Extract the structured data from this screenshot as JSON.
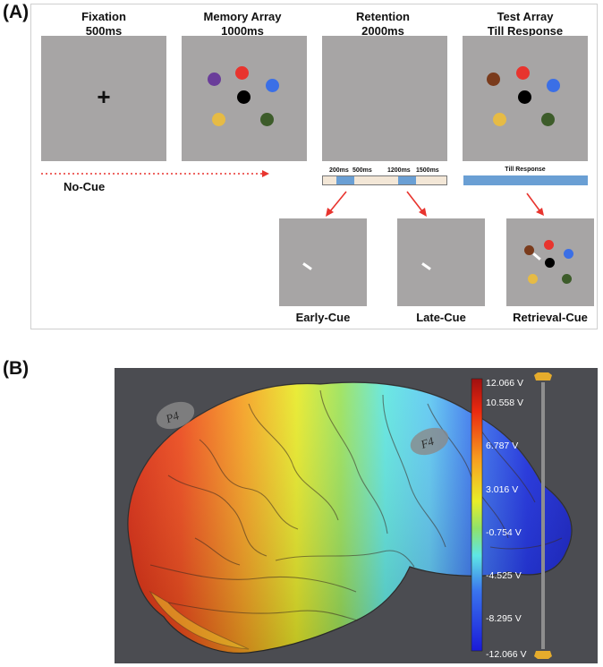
{
  "panel_a": {
    "label": "(A)",
    "stages": [
      {
        "title": "Fixation",
        "duration": "500ms"
      },
      {
        "title": "Memory Array",
        "duration": "1000ms"
      },
      {
        "title": "Retention",
        "duration": "2000ms"
      },
      {
        "title": "Test Array",
        "duration": "Till Response"
      }
    ],
    "fixation_symbol": "+",
    "no_cue_label": "No-Cue",
    "retention_timeline": {
      "marks": [
        "200ms",
        "500ms",
        "1200ms",
        "1500ms"
      ]
    },
    "test_timeline_label": "Till Response",
    "cues": [
      "Early-Cue",
      "Late-Cue",
      "Retrieval-Cue"
    ],
    "colors": {
      "screen": "#a7a5a5",
      "purple": "#6a3d9a",
      "red": "#e8342e",
      "blue": "#3b6fe6",
      "black": "#000000",
      "yellow": "#e6bb45",
      "green": "#3d5c2a",
      "brown": "#7a3b1c",
      "timeline_segment": "#6a9fd4",
      "arrow": "#e8342e"
    }
  },
  "panel_b": {
    "label": "(B)",
    "electrodes": [
      "P4",
      "F4"
    ],
    "colorbar_ticks": [
      "12.066 V",
      "10.558 V",
      "6.787 V",
      "3.016 V",
      "-0.754 V",
      "-4.525 V",
      "-8.295 V",
      "-12.066 V"
    ],
    "background": "#4b4c51"
  }
}
